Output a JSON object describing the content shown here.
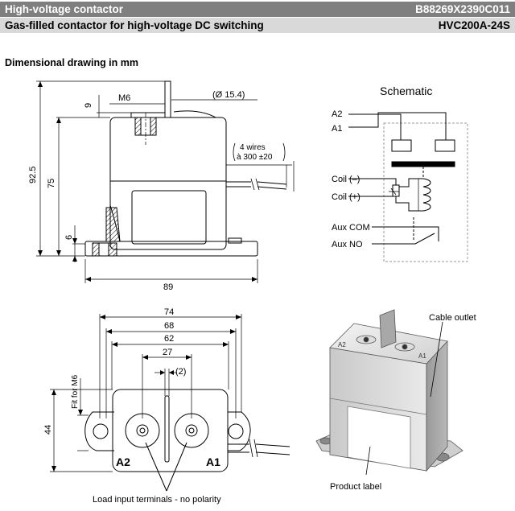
{
  "header": {
    "title": "High-voltage contactor",
    "order_number": "B88269X2390C011",
    "subtitle": "Gas-filled contactor for high-voltage DC switching",
    "type_code": "HVC200A-24S"
  },
  "section_title": "Dimensional drawing in mm",
  "side_view": {
    "thread": "M6",
    "diameter": "Ø 15.4",
    "dim_9": "9",
    "wires_line1": "4 wires",
    "wires_line2": "à 300 ±20",
    "height_total": "92.5",
    "height_body": "75",
    "dim_6": "6",
    "width": "89"
  },
  "schematic": {
    "title": "Schematic",
    "a2": "A2",
    "a1": "A1",
    "coil_minus": "Coil (–)",
    "coil_plus": "Coil (+)",
    "aux_com": "Aux COM",
    "aux_no": "Aux NO"
  },
  "top_view": {
    "dim_74": "74",
    "dim_68": "68",
    "dim_62": "62",
    "dim_27": "27",
    "dim_2": "2",
    "fit_label": "Fit for M6",
    "dim_44": "44",
    "a2": "A2",
    "a1": "A1",
    "terminals_note": "Load input terminals - no polarity"
  },
  "photo": {
    "cable_outlet": "Cable outlet",
    "product_label": "Product label"
  }
}
